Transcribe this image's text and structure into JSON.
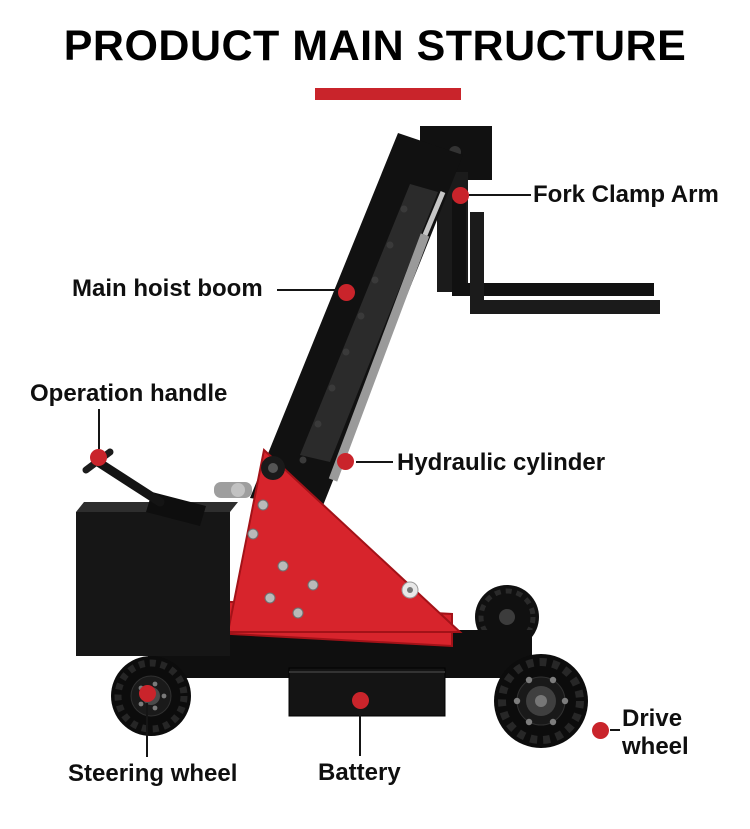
{
  "header": {
    "title": "PRODUCT MAIN STRUCTURE"
  },
  "colors": {
    "accent_red": "#c9242b",
    "machine_red": "#d7242c",
    "label_text": "#0f0f0f"
  },
  "callouts": {
    "fork_clamp_arm": {
      "label": "Fork Clamp Arm"
    },
    "main_hoist_boom": {
      "label": "Main hoist boom"
    },
    "operation_handle": {
      "label": "Operation handle"
    },
    "hydraulic_cylinder": {
      "label": "Hydraulic cylinder"
    },
    "drive_wheel": {
      "label": "Drive wheel"
    },
    "steering_wheel": {
      "label": "Steering wheel"
    },
    "battery": {
      "label": "Battery"
    }
  }
}
